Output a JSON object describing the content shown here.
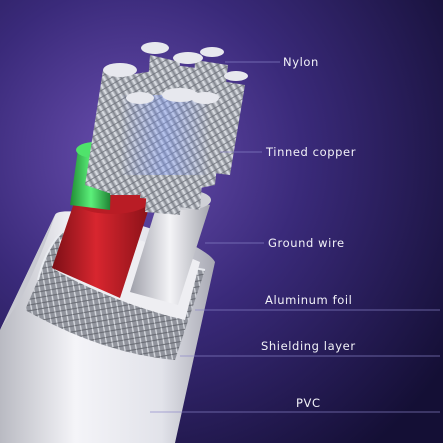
{
  "labels": {
    "nylon": "Nylon",
    "tinned_copper": "Tinned copper",
    "ground_wire": "Ground wire",
    "aluminum_foil": "Aluminum foil",
    "shielding_layer": "Shielding layer",
    "pvc": "PVC"
  },
  "colors": {
    "background_dark": "#140f35",
    "background_glow": "#6a4fb0",
    "pvc_jacket": "#e8e9ee",
    "red_wire": "#c8202a",
    "green_wire": "#3fd05a",
    "white_wire": "#e6e6ea",
    "copper_strand": "#c9ced6",
    "braid": "#a9adb6",
    "leader_line": "#8a84c8"
  }
}
